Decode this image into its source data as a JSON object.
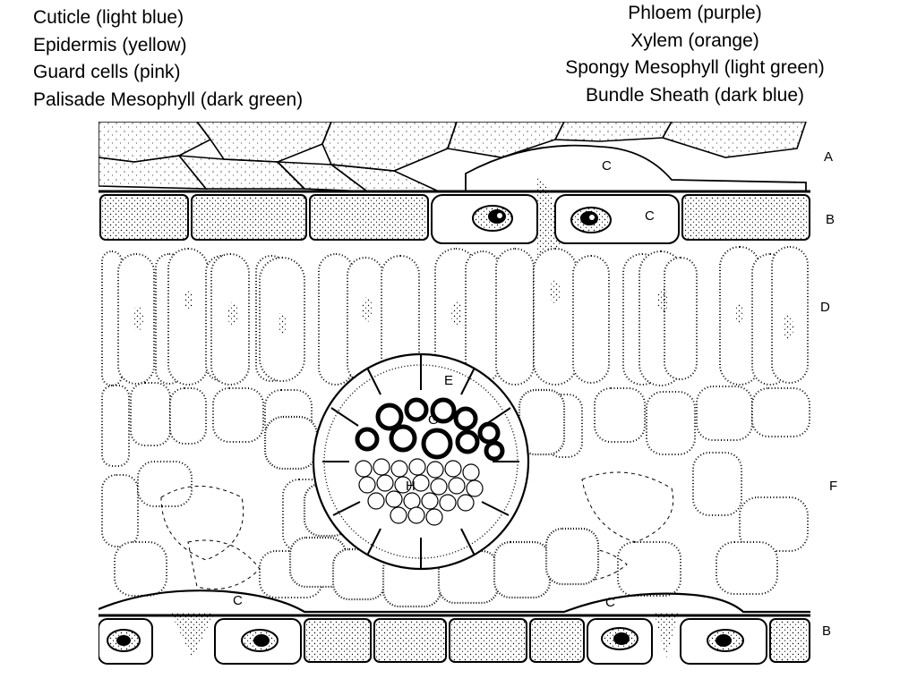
{
  "key_left": [
    "Cuticle (light blue)",
    "Epidermis (yellow)",
    "Guard cells (pink)",
    "Palisade Mesophyll (dark green)"
  ],
  "key_right": [
    "Phloem (purple)",
    "Xylem (orange)",
    "Spongy Mesophyll (light green)",
    "Bundle Sheath (dark blue)"
  ],
  "diagram_labels": {
    "side_a": "A",
    "side_b_top": "B",
    "side_d": "D",
    "side_f": "F",
    "side_b_bottom": "B",
    "c_top_1": "C",
    "c_top_2": "C",
    "c_bottom_1": "C",
    "c_bottom_2": "C",
    "e": "E",
    "g": "G",
    "h": "H"
  }
}
